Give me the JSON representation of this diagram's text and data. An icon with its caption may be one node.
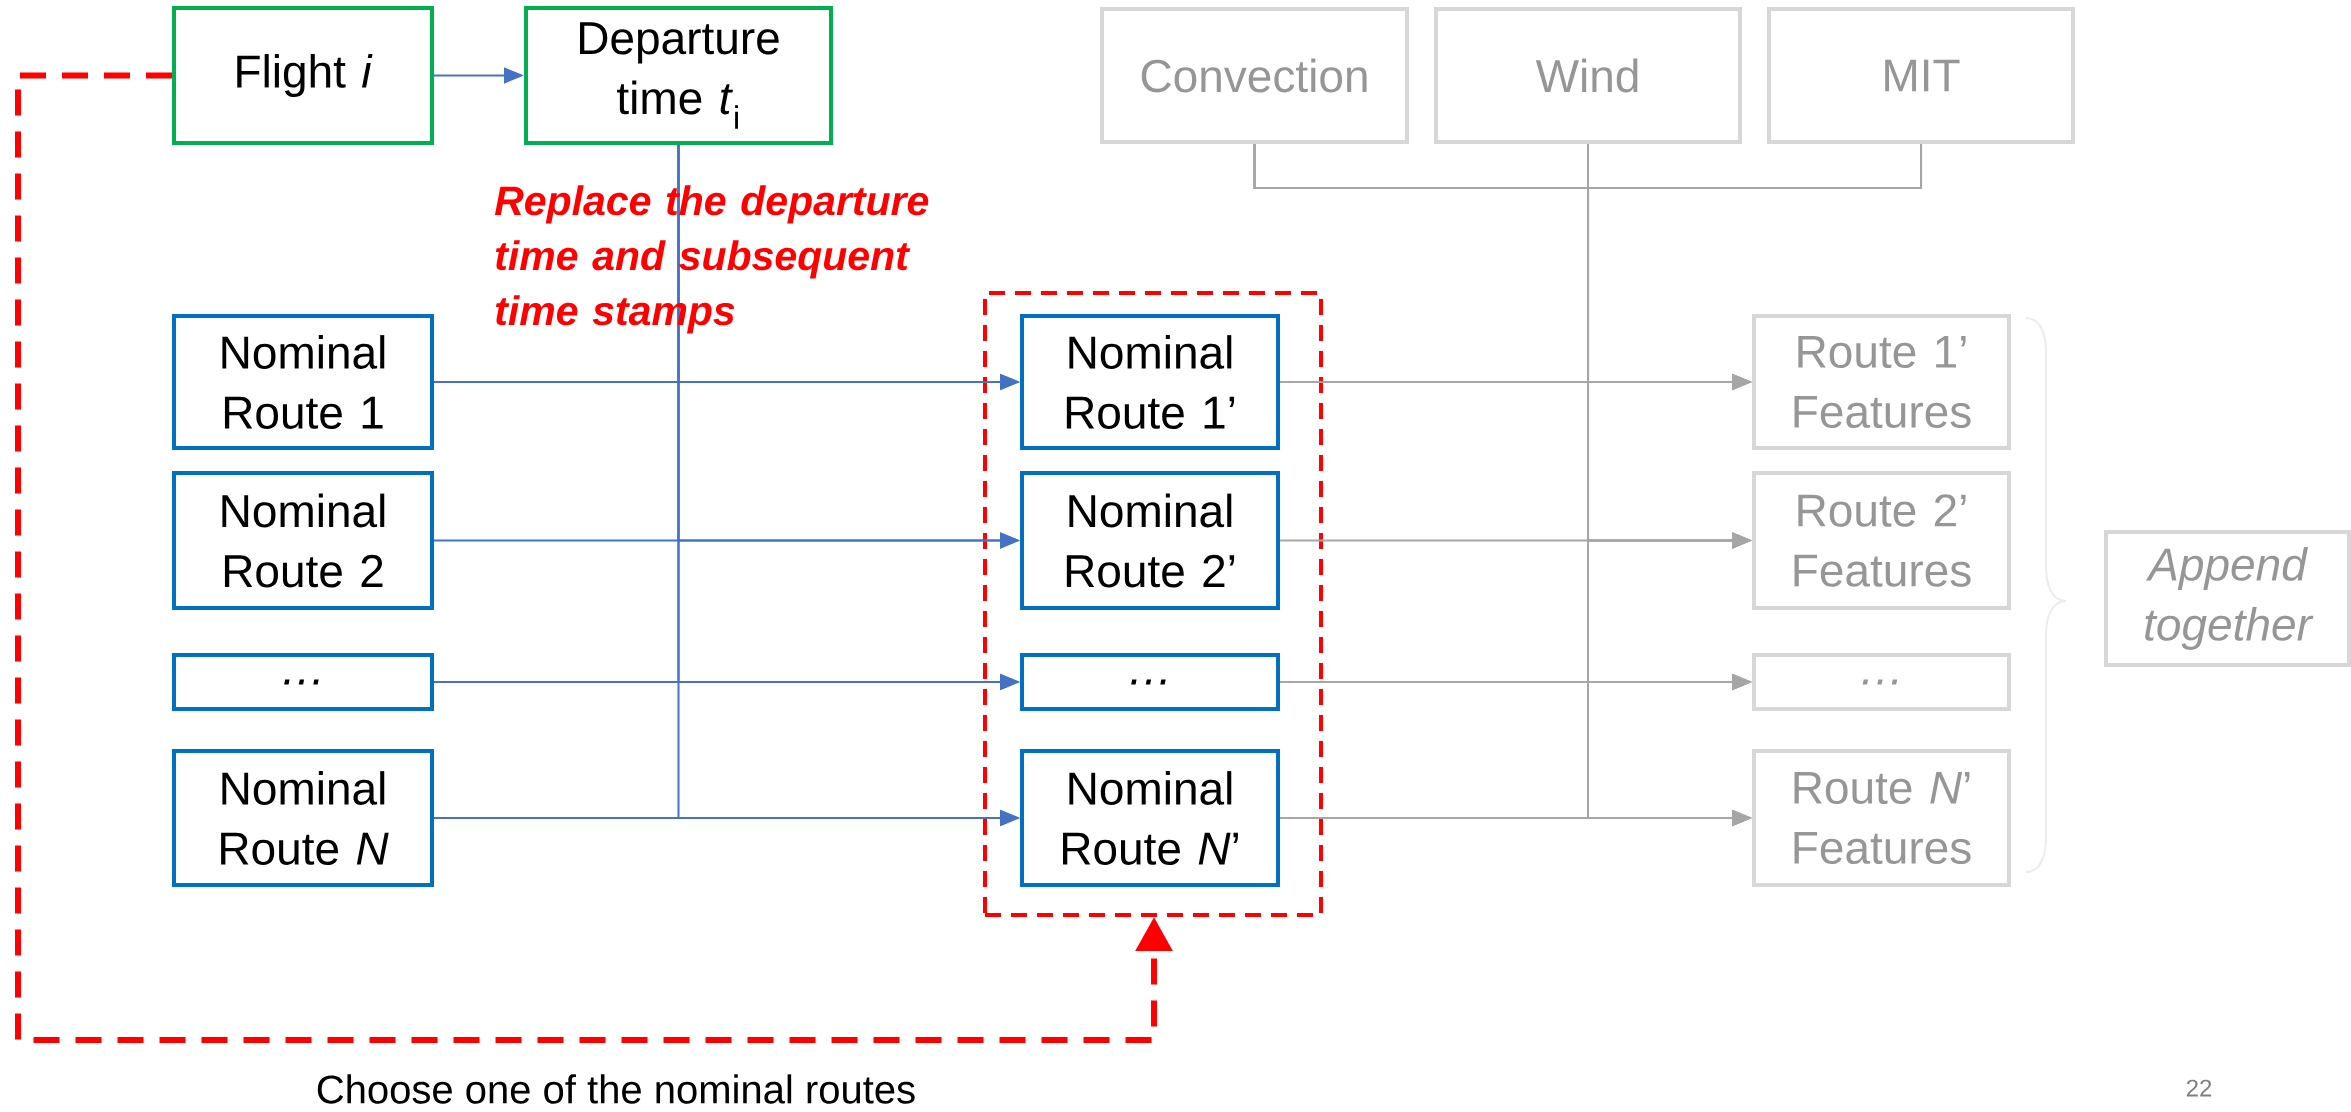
{
  "diagram": {
    "nodes": [
      {
        "text": [
          "Flight *i*"
        ]
      },
      {
        "text": [
          "Departure time *t*$_{i}$"
        ]
      },
      {
        "text": [
          "Convection"
        ]
      },
      {
        "text": [
          "Wind"
        ]
      },
      {
        "text": [
          "MIT"
        ]
      },
      {
        "text": [
          "Nominal Route 1"
        ]
      },
      {
        "text": [
          "Nominal Route 2"
        ]
      },
      {
        "text": [
          "…"
        ]
      },
      {
        "text": [
          "Nominal Route *N*"
        ]
      },
      {
        "text": [],
        "shape": "box"
      },
      {
        "text": [
          "Nominal Route 1’"
        ],
        "in": 9
      },
      {
        "text": [
          "Nominal Route 2’"
        ],
        "in": 9
      },
      {
        "text": [
          "…"
        ],
        "in": 9
      },
      {
        "text": [
          "Nominal Route *N*’"
        ],
        "in": 9
      },
      {
        "text": [
          "Route 1’ Features"
        ]
      },
      {
        "text": [
          "Route 2’ Features"
        ]
      },
      {
        "text": [
          "…"
        ]
      },
      {
        "text": [
          "Route *N*’ Features"
        ]
      },
      {
        "text": [
          "Append together"
        ]
      }
    ],
    "edges": [
      {
        "from": 0,
        "to": 1,
        "arrow": "to",
        "color": "#4472c4"
      },
      {
        "from": 5,
        "to": 10,
        "arrow": "to",
        "color": "#4472c4"
      },
      {
        "from": 6,
        "to": 11,
        "arrow": "to",
        "color": "#4472c4"
      },
      {
        "from": 7,
        "to": 12,
        "arrow": "to",
        "color": "#4472c4"
      },
      {
        "from": 8,
        "to": 13,
        "arrow": "to",
        "color": "#4472c4"
      },
      {
        "from": 1,
        "to": 10,
        "arrow": "to",
        "color": "#4472c4"
      },
      {
        "from": 1,
        "to": 11,
        "arrow": "to",
        "color": "#4472c4"
      },
      {
        "from": 1,
        "to": 12,
        "arrow": "to",
        "color": "#4472c4"
      },
      {
        "from": 1,
        "to": 13,
        "arrow": "to",
        "color": "#4472c4"
      },
      {
        "from": 10,
        "to": 14,
        "arrow": "to"
      },
      {
        "from": 11,
        "to": 15,
        "arrow": "to"
      },
      {
        "from": 12,
        "to": 16,
        "arrow": "to"
      },
      {
        "from": 13,
        "to": 17,
        "arrow": "to"
      },
      {
        "from": 2,
        "to": 14,
        "arrow": "to"
      },
      {
        "from": 2,
        "to": 15,
        "arrow": "to"
      },
      {
        "from": 2,
        "to": 16,
        "arrow": "to"
      },
      {
        "from": 2,
        "to": 17,
        "arrow": "to"
      },
      {
        "from": 3,
        "to": 14,
        "arrow": "to"
      },
      {
        "from": 3,
        "to": 15,
        "arrow": "to"
      },
      {
        "from": 3,
        "to": 16,
        "arrow": "to"
      },
      {
        "from": 3,
        "to": 17,
        "arrow": "to"
      },
      {
        "from": 4,
        "to": 14,
        "arrow": "to"
      },
      {
        "from": 4,
        "to": 15,
        "arrow": "to"
      },
      {
        "from": 4,
        "to": 16,
        "arrow": "to"
      },
      {
        "from": 4,
        "to": 17,
        "arrow": "to"
      },
      {
        "from": 0,
        "to": 9,
        "arrow": "to",
        "style": "dashed",
        "color": "#ff0000",
        "label": "Choose one of the nominal routes"
      }
    ],
    "labels": [
      "Replace the departure time and subsequent time stamps",
      "22"
    ]
  }
}
